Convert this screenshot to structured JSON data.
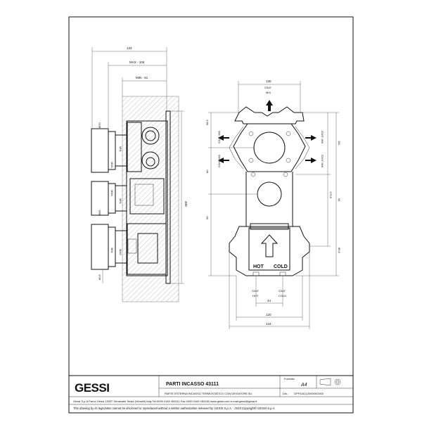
{
  "side_view": {
    "dim_total": "133",
    "dim_max": "MAX - 106",
    "dim_min": "MIN - 81",
    "dim_height": "300",
    "dim_dia_top": "Ø70",
    "dim_dia_mid": "Ø45",
    "dim_bottom": "80,5",
    "label_min_1": "MIN",
    "label_max_1": "MAX",
    "label_max_2": "MAX",
    "label_min_2": "MIN",
    "label_min_3": "MIN",
    "label_max_3": "MAX"
  },
  "front_view": {
    "dim_top_width": "130",
    "mix_top_thread": "G3/4\"",
    "mix_top_label": "MIX",
    "left_mix_1": "G3/4\" MIX",
    "left_mix_2": "G3/4\" MIX",
    "right_mix_1": "G3/4\" MIX",
    "right_mix_2": "G3/4\" MIX",
    "dim_left_1": "68,5",
    "dim_left_2": "80",
    "dim_left_3": "90",
    "dim_right_1": "111",
    "dim_right_2": "170,5",
    "dim_right_3": "94",
    "dim_right_4": "89,5",
    "label_hot": "HOT",
    "label_cold": "COLD",
    "hot_thread": "G3/4\"",
    "hot_label": "HOT",
    "cold_thread": "G3/4\"",
    "cold_label": "COLD",
    "dim_44": "44",
    "dim_120": "120",
    "dim_134": "134"
  },
  "title_block": {
    "logo": "GESSI",
    "title": "PARTI INCASSO 43111",
    "subtitle": "PARTE ESTERNA INCASSO TERMOSTATICO CON DEVIATORE 5U",
    "formato_label": "Formato",
    "formato_value": "A4",
    "dis_label": "Dis.:",
    "dis_value": "GPF43111300000G000",
    "address": "Gessi S.p.A.Parco Gessi,13037 Serravalle Sesia (Vercelli) Italy Tel.0039 0163 454111 Fax.0039 0163 453150 www.gessi.com e-mail:gessi@gessi.it",
    "disclaimer": "This drawing by its legislation cannot be disclosed or reproduced without a written authorization released by GESSI S.p.A. - 2019 Copyright© GESSI S.p.A."
  }
}
